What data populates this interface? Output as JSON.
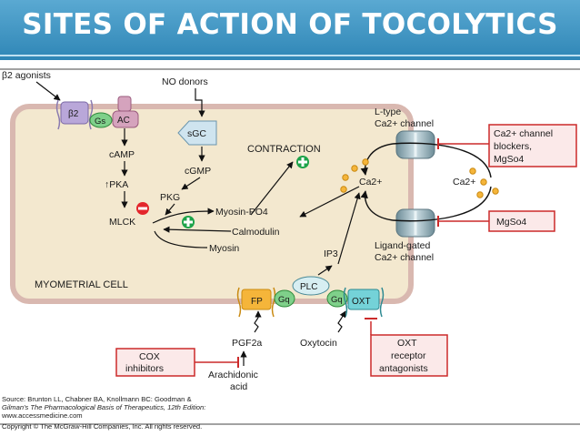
{
  "title": "SITES OF ACTION OF TOCOLYTICS",
  "labels": {
    "beta2_agonists": "β2 agonists",
    "beta2": "β2",
    "gs": "Gs",
    "ac": "AC",
    "camp": "cAMP",
    "pka": "↑PKA",
    "mlck": "MLCK",
    "no_donors": "NO donors",
    "sgc": "sGC",
    "cgmp": "cGMP",
    "pkg": "PKG",
    "myosin_po4": "Myosin-PO4",
    "calmodulin": "Calmodulin",
    "myosin": "Myosin",
    "contraction": "CONTRACTION",
    "ltype_line1": "L-type",
    "ltype_line2": "Ca2+ channel",
    "ca_inner": "Ca2+",
    "ca_outer": "Ca2+",
    "ligand_line1": "Ligand-gated",
    "ligand_line2": "Ca2+ channel",
    "ip3": "IP3",
    "myometrial_cell": "MYOMETRIAL CELL",
    "plc": "PLC",
    "fp": "FP",
    "gq_left": "Gq",
    "gq_right": "Gq",
    "oxt": "OXT",
    "pgf2a": "PGF2a",
    "oxytocin": "Oxytocin",
    "arachidonic_line1": "Arachidonic",
    "arachidonic_line2": "acid"
  },
  "boxes": {
    "ca_blockers": [
      "Ca2+ channel",
      "blockers,",
      "MgSo4"
    ],
    "mgso4": "MgSo4",
    "cox": [
      "COX",
      "inhibitors"
    ],
    "oxt_antagonists": [
      "OXT",
      "receptor",
      "antagonists"
    ]
  },
  "source": {
    "line1": "Source: Brunton LL, Chabner BA, Knollmann BC: Goodman &",
    "line2": "Gilman's The Pharmacological Basis of Therapeutics, 12th Edition:",
    "line3": "www.accessmedicine.com",
    "line4": "Copyright © The McGraw-Hill Companies, Inc. All rights reserved."
  },
  "colors": {
    "title_bar": "#3a94c4",
    "cell_fill": "#f3e8cf",
    "cell_border": "#d9b8b0",
    "inhibitor_red": "#cc2a2a",
    "receptor_orange": "#f5b53a",
    "g_protein_green": "#7fd08a",
    "oxt_teal": "#74d2d8",
    "plus_green": "#1ea34a",
    "minus_red": "#e3262c"
  }
}
